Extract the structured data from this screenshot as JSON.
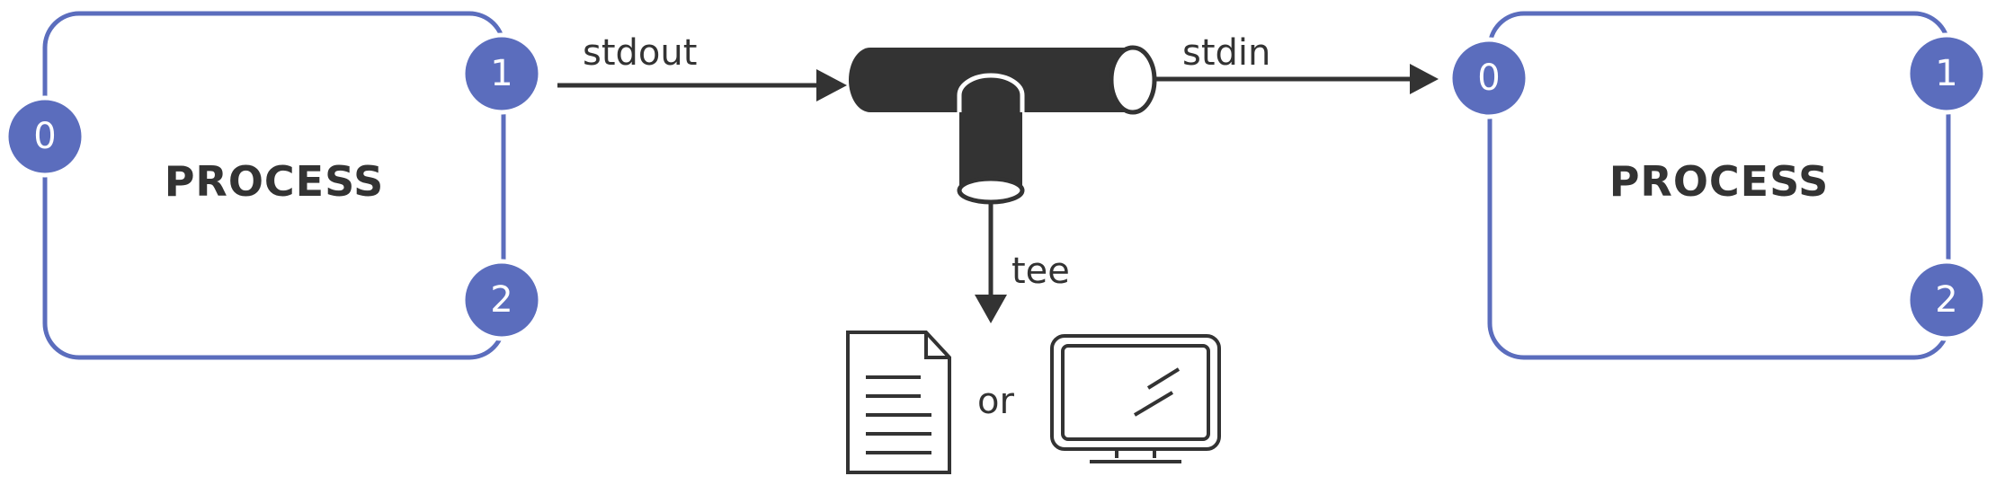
{
  "processes": [
    {
      "title": "PROCESS",
      "fds": {
        "stdin": "0",
        "stdout": "1",
        "stderr": "2"
      }
    },
    {
      "title": "PROCESS",
      "fds": {
        "stdin": "0",
        "stdout": "1",
        "stderr": "2"
      }
    }
  ],
  "flow": {
    "stdout_label": "stdout",
    "stdin_label": "stdin",
    "tee_label": "tee",
    "or_label": "or"
  },
  "icons": {
    "pipe": "pipe-icon",
    "document": "document-icon",
    "monitor": "monitor-icon"
  },
  "colors": {
    "accent": "#5b6dbd",
    "dark": "#333333"
  }
}
